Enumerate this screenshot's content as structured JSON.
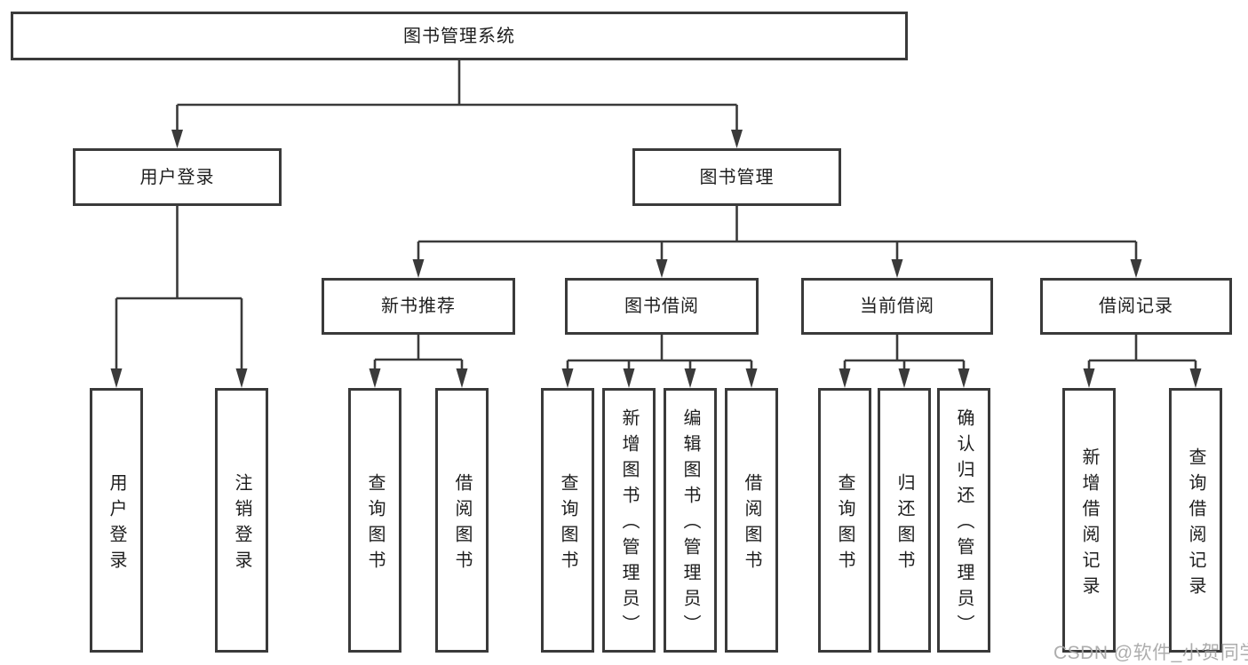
{
  "diagram": {
    "title": "图书管理系统",
    "level2": [
      "用户登录",
      "图书管理"
    ],
    "level3": [
      "新书推荐",
      "图书借阅",
      "当前借阅",
      "借阅记录"
    ],
    "level4": [
      "用户登录",
      "注销登录",
      "查询图书",
      "借阅图书",
      "查询图书",
      "新增图书（管理员）",
      "编辑图书（管理员）",
      "借阅图书",
      "查询图书",
      "归还图书",
      "确认归还（管理员）",
      "新增借阅记录",
      "查询借阅记录"
    ],
    "watermark": "CSDN @软件_小贺同学",
    "colors": {
      "line": "#3a3a3a",
      "text": "#1e1e1e",
      "background": "#ffffff",
      "watermark": "#a7a7a7"
    }
  }
}
